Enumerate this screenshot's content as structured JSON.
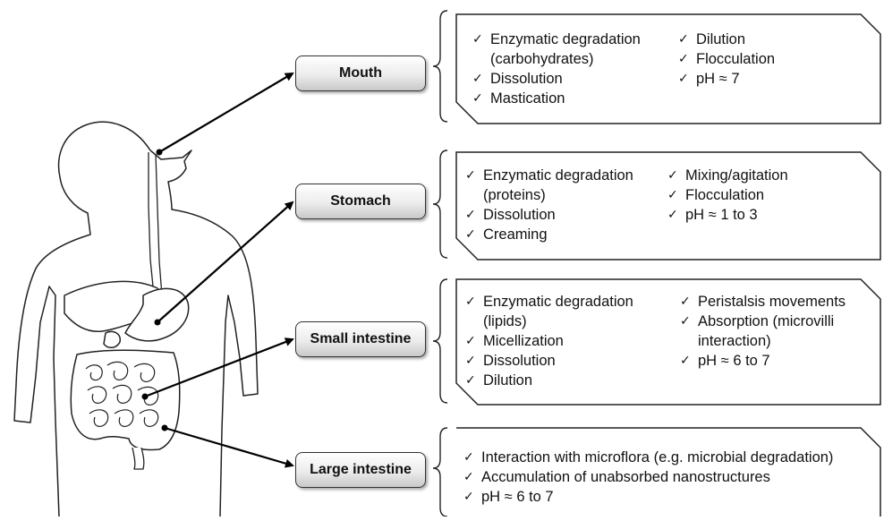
{
  "stages": [
    {
      "name": "Mouth",
      "col1": [
        {
          "text": "Enzymatic degradation",
          "cont": "(carbohydrates)"
        },
        {
          "text": "Dissolution"
        },
        {
          "text": "Mastication"
        }
      ],
      "col2": [
        {
          "text": "Dilution"
        },
        {
          "text": "Flocculation"
        },
        {
          "text": "pH ≈ 7"
        }
      ]
    },
    {
      "name": "Stomach",
      "col1": [
        {
          "text": "Enzymatic degradation",
          "cont": "(proteins)"
        },
        {
          "text": "Dissolution"
        },
        {
          "text": "Creaming"
        }
      ],
      "col2": [
        {
          "text": "Mixing/agitation"
        },
        {
          "text": "Flocculation"
        },
        {
          "text": "pH ≈ 1 to 3"
        }
      ]
    },
    {
      "name": "Small intestine",
      "col1": [
        {
          "text": "Enzymatic degradation",
          "cont": "(lipids)"
        },
        {
          "text": "Micellization"
        },
        {
          "text": "Dissolution"
        },
        {
          "text": "Dilution"
        }
      ],
      "col2": [
        {
          "text": "Peristalsis  movements"
        },
        {
          "text": "Absorption (microvilli",
          "cont": "interaction)"
        },
        {
          "text": "pH ≈ 6 to 7"
        }
      ]
    },
    {
      "name": "Large intestine",
      "col1": [
        {
          "text": "Interaction with microflora (e.g. microbial degradation)"
        },
        {
          "text": "Accumulation of unabsorbed nanostructures"
        },
        {
          "text": "pH ≈ 6 to 7"
        }
      ],
      "col2": []
    }
  ],
  "check_mark": "✓"
}
